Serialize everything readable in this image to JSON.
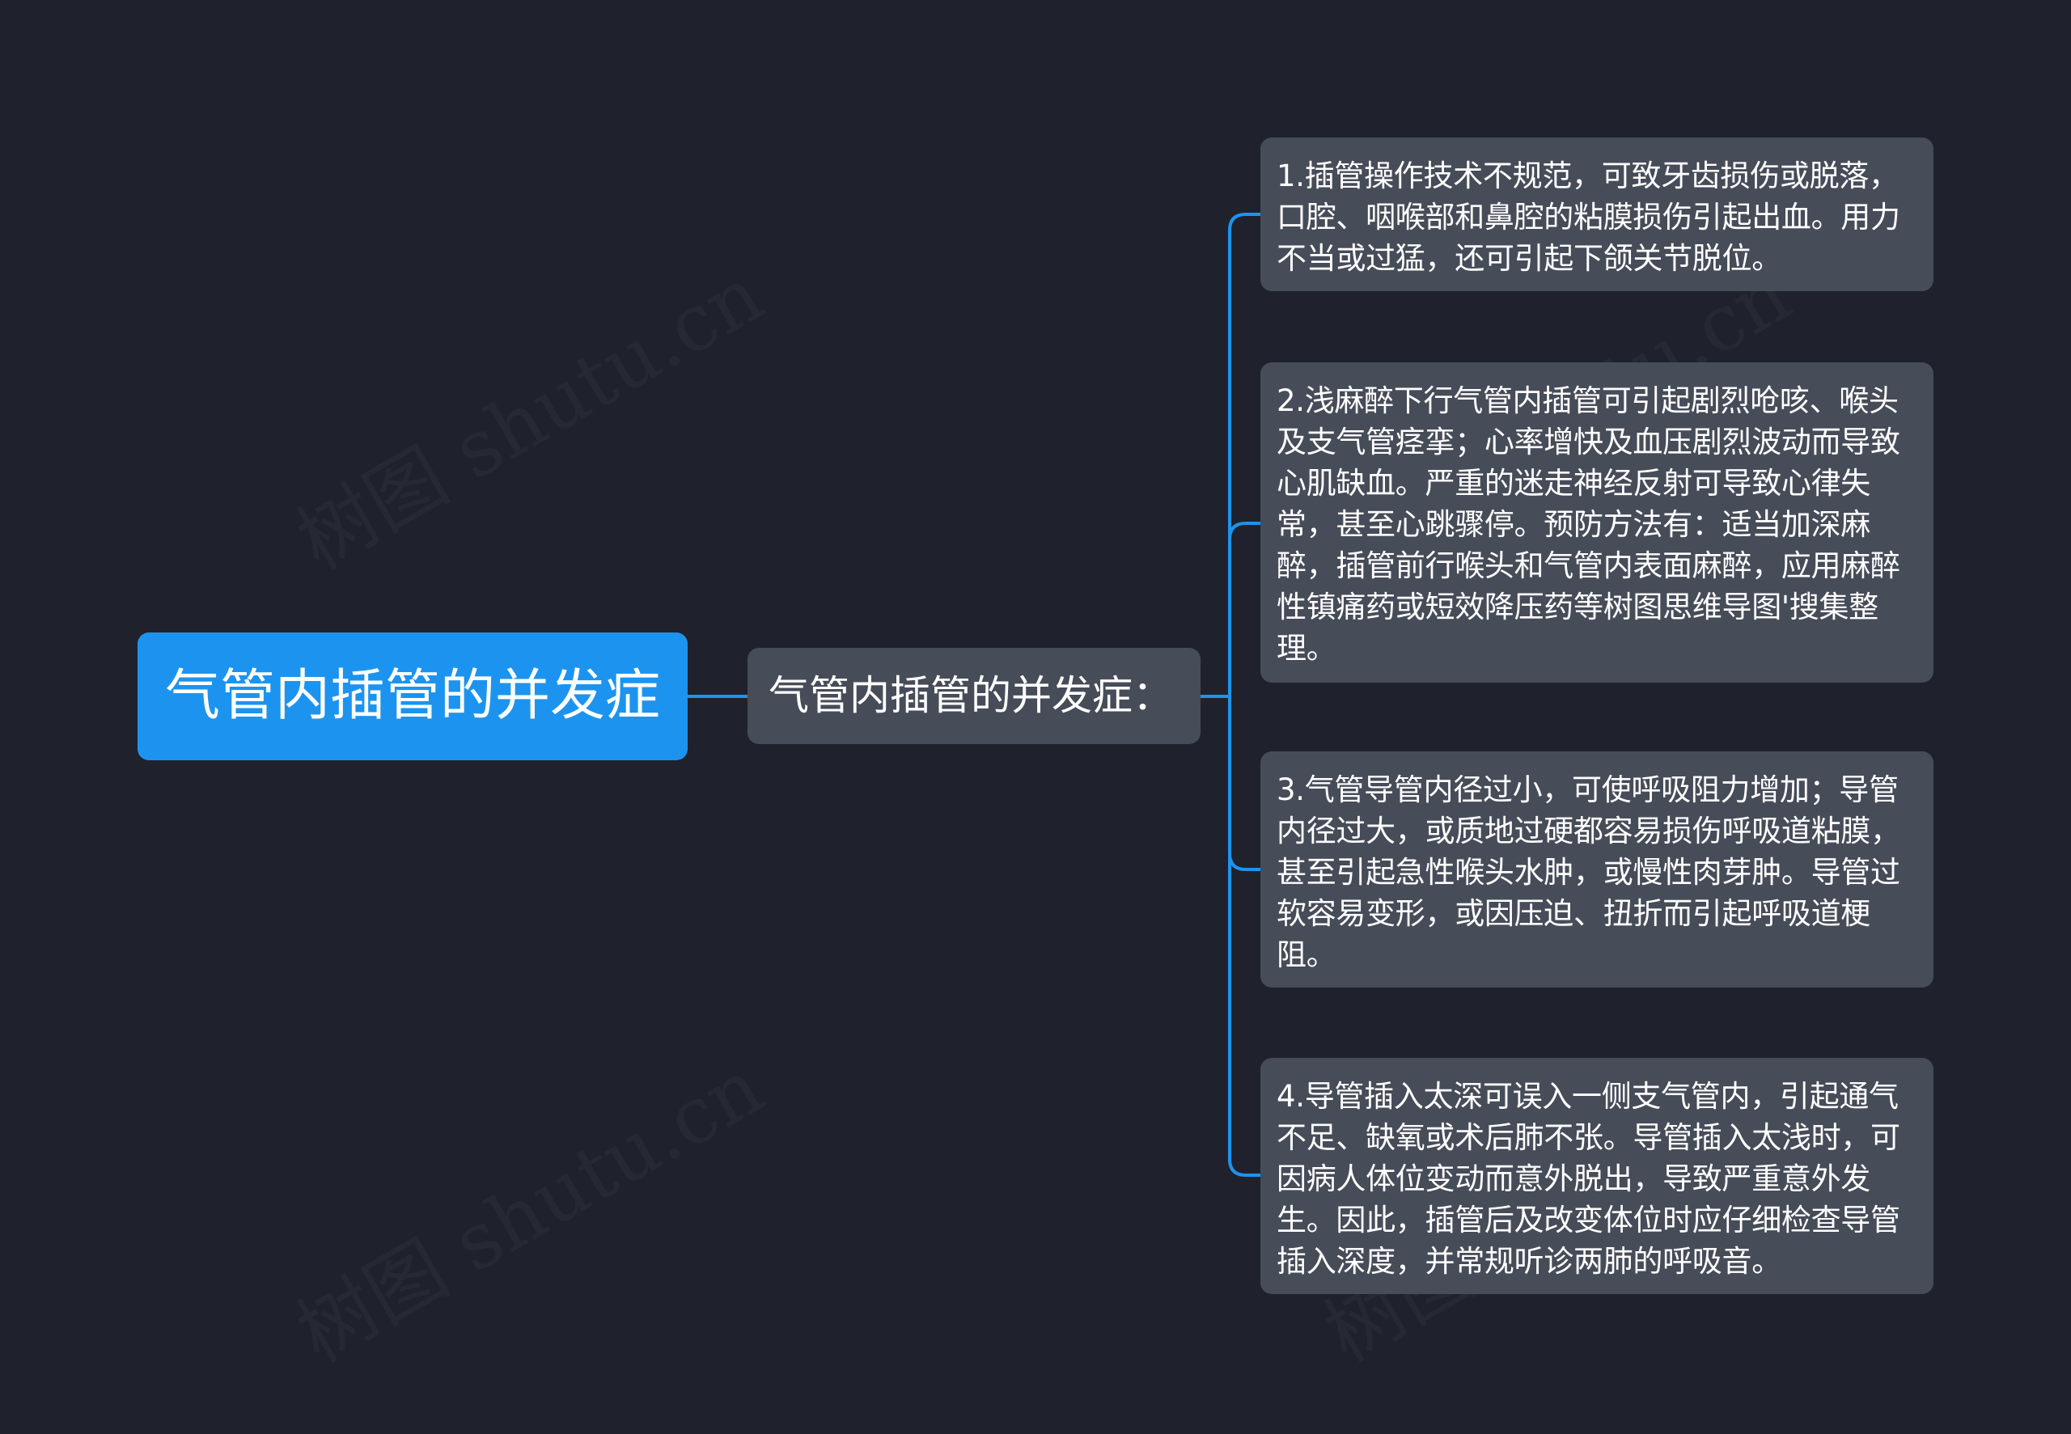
{
  "mindmap": {
    "colors": {
      "background": "#1f222c",
      "root_fill": "#1c94ef",
      "node_fill": "#474c59",
      "connector": "#1c94ef",
      "text": "#ffffff"
    },
    "root": {
      "label": "气管内插管的并发症"
    },
    "branch": {
      "label": "气管内插管的并发症："
    },
    "leaves": [
      {
        "text": "1.插管操作技术不规范，可致牙齿损伤或脱落，口腔、咽喉部和鼻腔的粘膜损伤引起出血。用力不当或过猛，还可引起下颌关节脱位。"
      },
      {
        "text": "2.浅麻醉下行气管内插管可引起剧烈呛咳、喉头及支气管痉挛；心率增快及血压剧烈波动而导致心肌缺血。严重的迷走神经反射可导致心律失常，甚至心跳骤停。预防方法有：适当加深麻醉，插管前行喉头和气管内表面麻醉，应用麻醉性镇痛药或短效降压药等树图思维导图'搜集整理。"
      },
      {
        "text": "3.气管导管内径过小，可使呼吸阻力增加；导管内径过大，或质地过硬都容易损伤呼吸道粘膜，甚至引起急性喉头水肿，或慢性肉芽肿。导管过软容易变形，或因压迫、扭折而引起呼吸道梗阻。"
      },
      {
        "text": "4.导管插入太深可误入一侧支气管内，引起通气不足、缺氧或术后肺不张。导管插入太浅时，可因病人体位变动而意外脱出，导致严重意外发生。因此，插管后及改变体位时应仔细检查导管插入深度，并常规听诊两肺的呼吸音。"
      }
    ],
    "watermark": "树图 shutu.cn"
  }
}
